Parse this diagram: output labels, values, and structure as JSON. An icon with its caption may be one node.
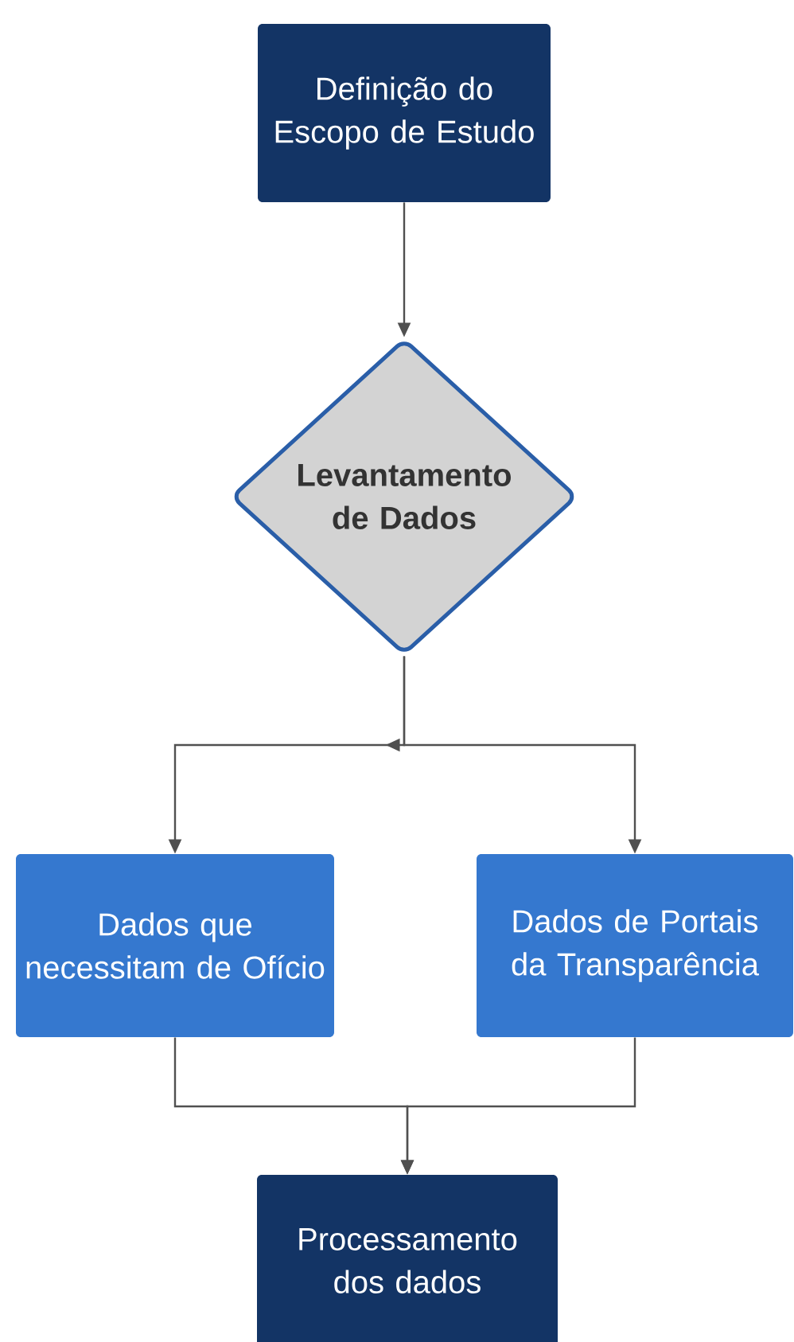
{
  "diagram": {
    "nodes": [
      {
        "text": [
          "Definição do Escopo de Estudo"
        ]
      },
      {
        "text": [
          "Levantamento de Dados"
        ]
      },
      {
        "text": [
          "Dados que necessitam de Ofício"
        ]
      },
      {
        "text": [
          "Dados de Portais da Transparência"
        ]
      },
      {
        "text": [
          "Processamento dos dados"
        ]
      }
    ],
    "edges": [
      {
        "from": 0,
        "to": 1,
        "arrow": "to"
      },
      {
        "from": 1,
        "to": 2,
        "arrow": "to"
      },
      {
        "from": 1,
        "to": 3,
        "arrow": "to"
      },
      {
        "from": 2,
        "to": 4,
        "arrow": "to"
      },
      {
        "from": 3,
        "to": 4,
        "arrow": "to"
      }
    ]
  }
}
